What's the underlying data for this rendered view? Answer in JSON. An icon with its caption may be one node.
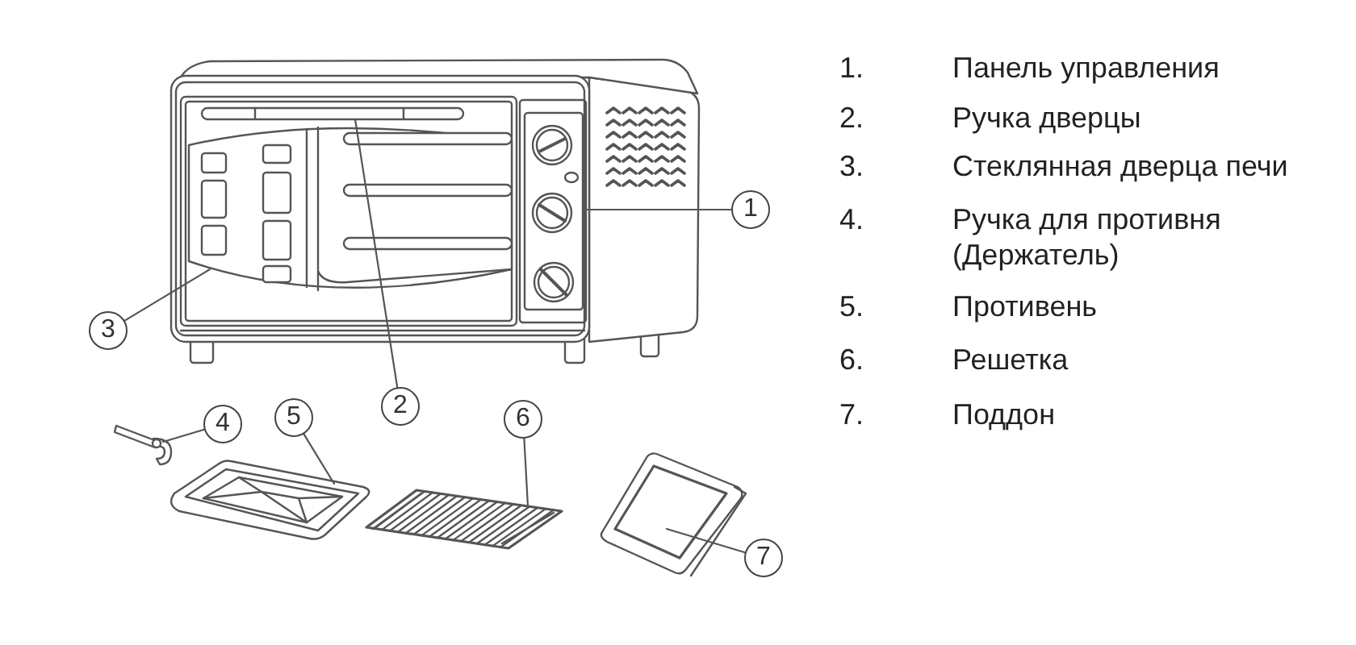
{
  "diagram": {
    "nodes": [
      {
        "text": [
          "1"
        ]
      },
      {
        "text": [
          "2"
        ]
      },
      {
        "text": [
          "3"
        ]
      },
      {
        "text": [
          "4"
        ]
      },
      {
        "text": [
          "5"
        ]
      },
      {
        "text": [
          "6"
        ]
      },
      {
        "text": [
          "7"
        ]
      },
      {
        "text": [],
        "shape": "picture"
      },
      {
        "text": [],
        "shape": "picture"
      },
      {
        "text": [],
        "shape": "picture"
      },
      {
        "text": [],
        "shape": "picture"
      },
      {
        "text": [],
        "shape": "picture"
      },
      {
        "text": [],
        "shape": "picture"
      },
      {
        "text": [],
        "shape": "picture"
      }
    ],
    "edges": [
      {
        "from": 0,
        "to": 7,
        "arrow": "none"
      },
      {
        "from": 1,
        "to": 8,
        "arrow": "none"
      },
      {
        "from": 2,
        "to": 9,
        "arrow": "none"
      },
      {
        "from": 3,
        "to": 10,
        "arrow": "none"
      },
      {
        "from": 4,
        "to": 11,
        "arrow": "none"
      },
      {
        "from": 5,
        "to": 12,
        "arrow": "none"
      },
      {
        "from": 6,
        "to": 13,
        "arrow": "none"
      }
    ],
    "labels": [
      "1.",
      "Панель управления",
      "2.",
      "Ручка дверцы",
      "3.",
      "Стеклянная дверца печи",
      "4.",
      "Ручка для противня (Держатель)",
      "5.",
      "Противень",
      "6.",
      "Решетка",
      "7.",
      "Поддон"
    ]
  }
}
